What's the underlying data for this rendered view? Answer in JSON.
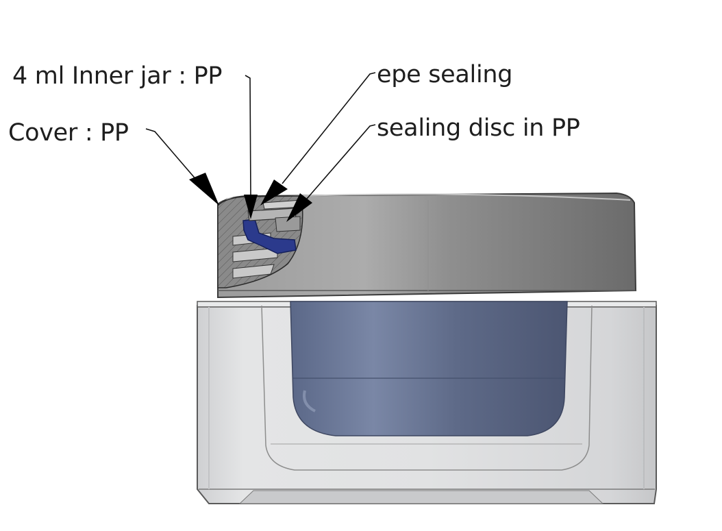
{
  "labels": {
    "inner_jar": "4 ml Inner jar  : PP",
    "cover": "Cover : PP",
    "epe_sealing": "epe sealing",
    "sealing_disc": "sealing disc in PP"
  },
  "colors": {
    "background": "#ffffff",
    "cap_light": "#a9a9a9",
    "cap_mid": "#8c8c8c",
    "cap_dark": "#6e6e6e",
    "outer_jar": "#dedfe0",
    "inner_jar": "#6f7c9c",
    "section_gray": "#7a7a7a",
    "section_blue": "#2b3a8c",
    "leader": "#111111"
  }
}
